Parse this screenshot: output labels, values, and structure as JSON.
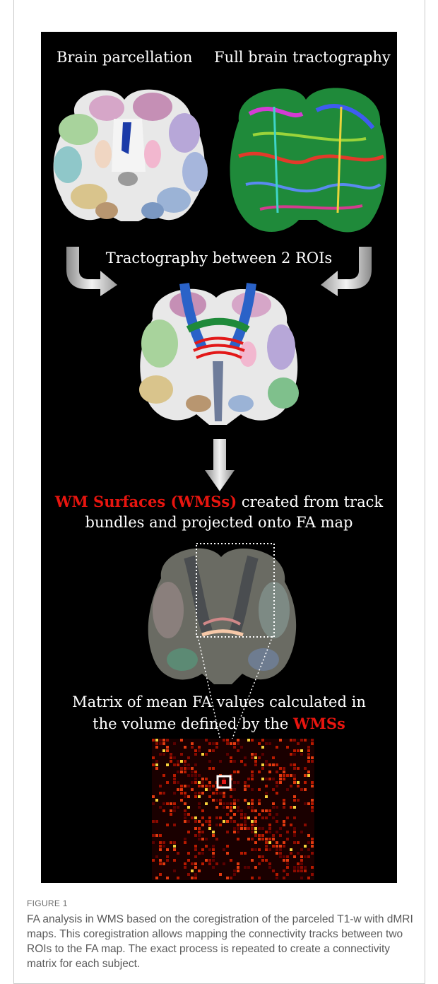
{
  "figure": {
    "label_left": "Brain parcellation",
    "label_right": "Full brain tractography",
    "label_middle": "Tractography between 2 ROIs",
    "wms_line1_red": "WM Surfaces (WMSs)",
    "wms_line1_rest": " created from track",
    "wms_line2": "bundles and projected onto FA map",
    "matrix_line1": "Matrix of mean FA values calculated in",
    "matrix_line2_pre": "the volume defined by the ",
    "matrix_line2_red": "WMSs"
  },
  "caption": {
    "label": "FIGURE 1",
    "text": "FA analysis in WMS based on the coregistration of the parceled T1-w with dMRI maps. This coregistration allows mapping the connectivity tracks between two ROIs to the FA map. The exact process is repeated to create a connectivity matrix for each subject."
  },
  "colors": {
    "panel_bg": "#000000",
    "highlight_red": "#e8150f"
  }
}
